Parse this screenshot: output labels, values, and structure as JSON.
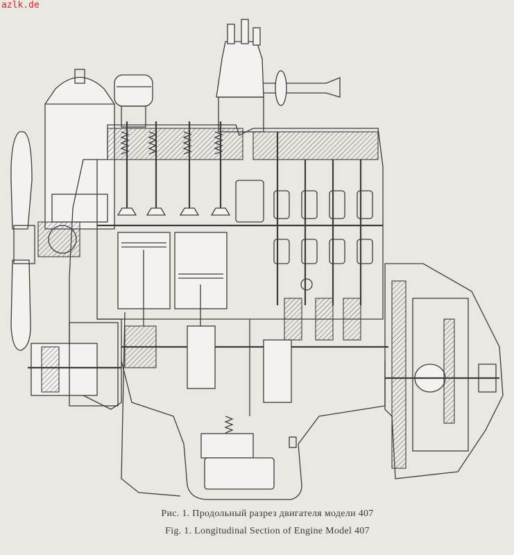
{
  "watermark": "azlk.de",
  "figure": {
    "caption_ru": "Рис. 1. Продольный разрез двигателя модели 407",
    "caption_en": "Fig. 1. Longitudinal Section of Engine Model 407",
    "subject": "engine-longitudinal-section"
  }
}
